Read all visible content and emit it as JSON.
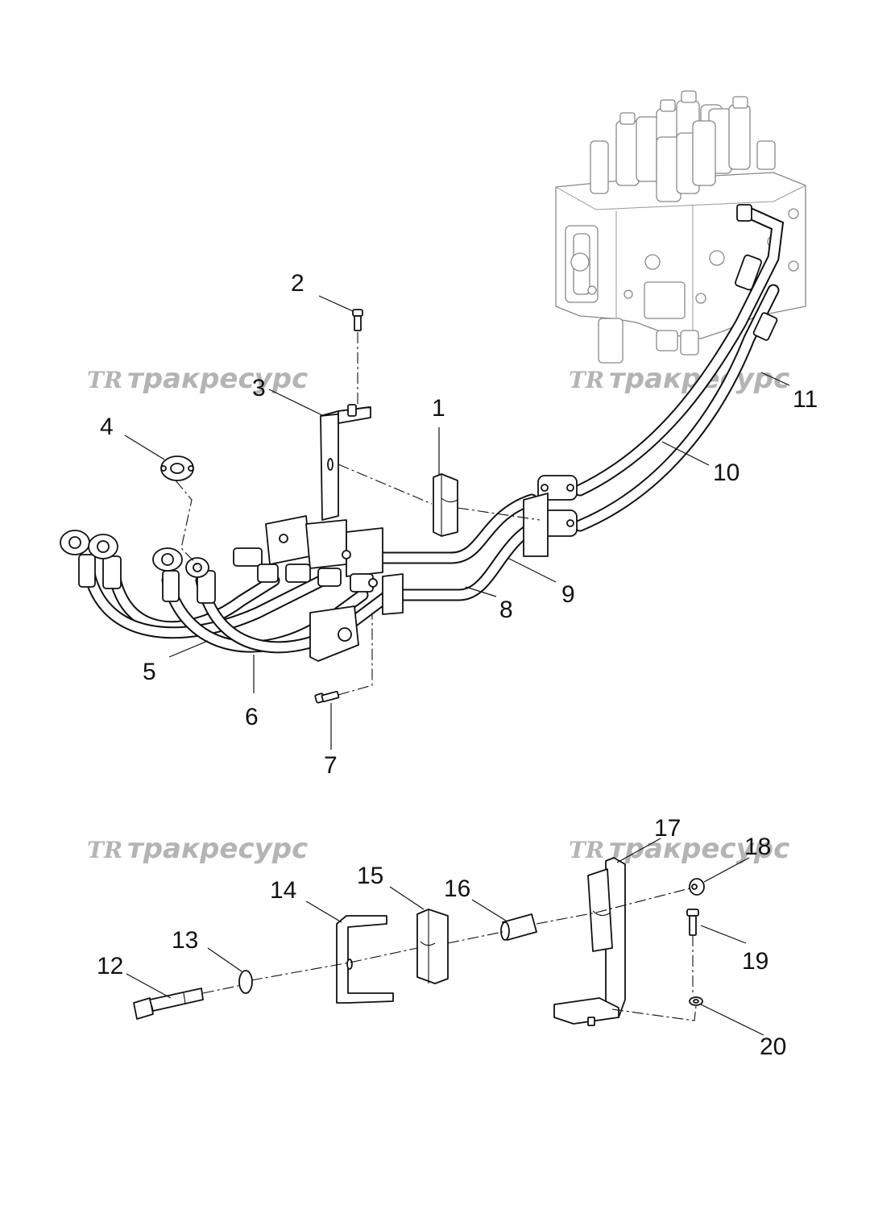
{
  "watermark": {
    "logo": "TR",
    "text": "тракресурс"
  },
  "callouts": {
    "c1": "1",
    "c2": "2",
    "c3": "3",
    "c4": "4",
    "c5": "5",
    "c6": "6",
    "c7": "7",
    "c8": "8",
    "c9": "9",
    "c10": "10",
    "c11": "11",
    "c12": "12",
    "c13": "13",
    "c14": "14",
    "c15": "15",
    "c16": "16",
    "c17": "17",
    "c18": "18",
    "c19": "19",
    "c20": "20"
  }
}
